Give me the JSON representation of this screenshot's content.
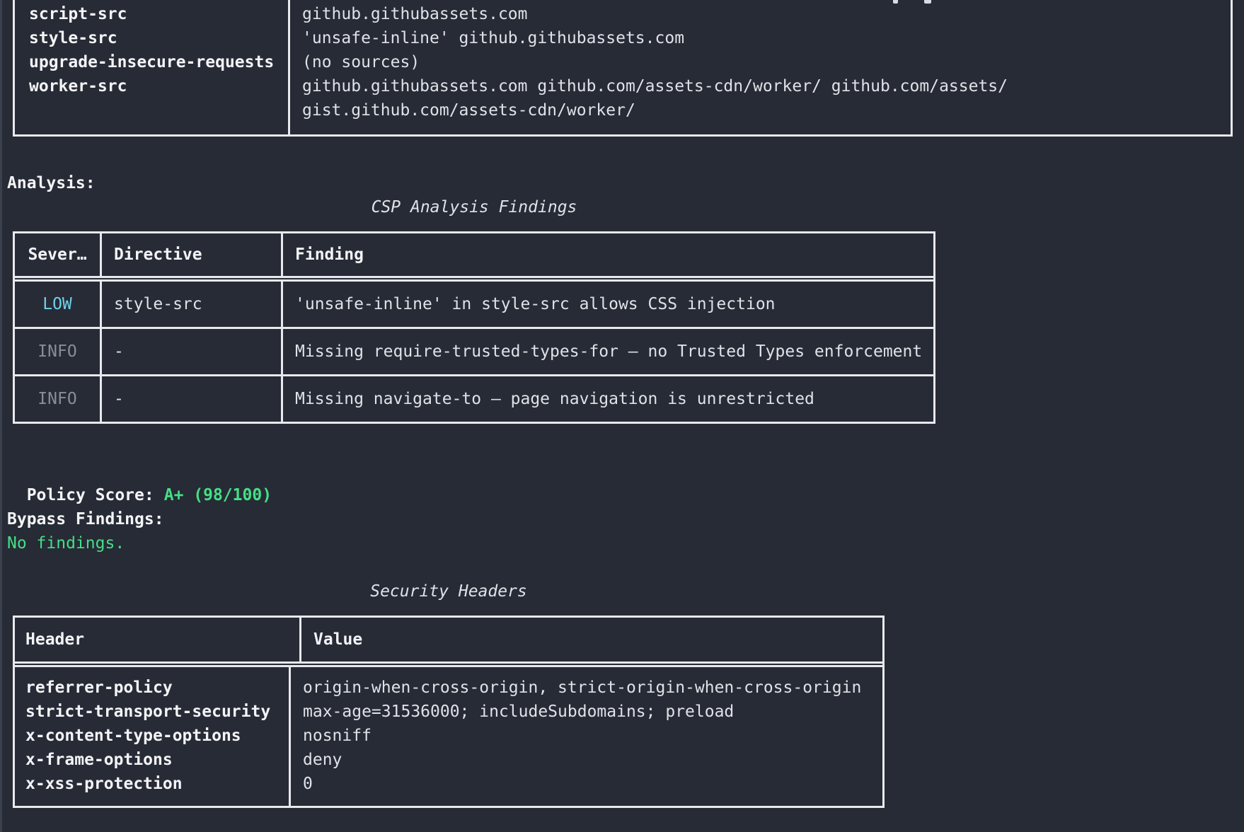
{
  "colors": {
    "background": "#272b36",
    "table_border": "#e8e9ec",
    "severity_low": "#6fd0ea",
    "severity_info": "#878d99",
    "success_green": "#45df85"
  },
  "csp_table": {
    "rows": [
      {
        "directive": "script-src",
        "value": "github.githubassets.com"
      },
      {
        "directive": "style-src",
        "value": "'unsafe-inline' github.githubassets.com"
      },
      {
        "directive": "upgrade-insecure-requests",
        "value": "(no sources)"
      },
      {
        "directive": "worker-src",
        "value": "github.githubassets.com github.com/assets-cdn/worker/ github.com/assets/"
      },
      {
        "directive": "",
        "value": "gist.github.com/assets-cdn/worker/"
      }
    ]
  },
  "analysis": {
    "label": "Analysis:",
    "findings_table": {
      "title": "CSP Analysis Findings",
      "columns": [
        "Sever…",
        "Directive",
        "Finding"
      ],
      "rows": [
        {
          "severity": "LOW",
          "severity_color": "#6fd0ea",
          "directive": "style-src",
          "finding": "'unsafe-inline' in style-src allows CSS injection"
        },
        {
          "severity": "INFO",
          "severity_color": "#878d99",
          "directive": "-",
          "finding": "Missing require-trusted-types-for — no Trusted Types enforcement"
        },
        {
          "severity": "INFO",
          "severity_color": "#878d99",
          "directive": "-",
          "finding": "Missing navigate-to — page navigation is unrestricted"
        }
      ]
    },
    "policy_score": {
      "label": "Policy Score:",
      "value": "A+ (98/100)",
      "value_color": "#45df85"
    },
    "bypass": {
      "label": "Bypass Findings:",
      "value": "No findings.",
      "value_color": "#45df85"
    }
  },
  "security_headers_table": {
    "title": "Security Headers",
    "columns": [
      "Header",
      "Value"
    ],
    "rows": [
      {
        "header": "referrer-policy",
        "value": "origin-when-cross-origin, strict-origin-when-cross-origin"
      },
      {
        "header": "strict-transport-security",
        "value": "max-age=31536000; includeSubdomains; preload"
      },
      {
        "header": "x-content-type-options",
        "value": "nosniff"
      },
      {
        "header": "x-frame-options",
        "value": "deny"
      },
      {
        "header": "x-xss-protection",
        "value": "0"
      }
    ]
  }
}
